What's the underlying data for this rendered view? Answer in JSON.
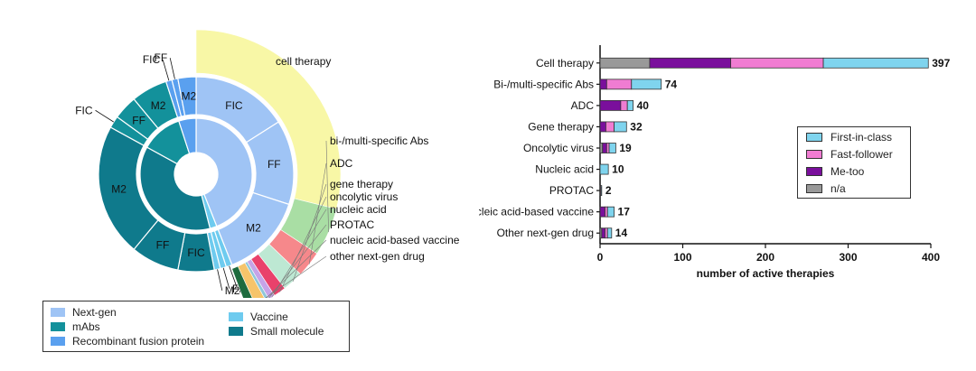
{
  "chart_data": [
    {
      "type": "sunburst",
      "inner_ring": [
        {
          "label": "",
          "modality": "Next-gen",
          "value": 0.44
        },
        {
          "label": "",
          "modality": "Vaccine",
          "value": 0.02
        },
        {
          "label": "",
          "modality": "Small molecule",
          "value": 0.37
        },
        {
          "label": "",
          "modality": "mAbs",
          "value": 0.12
        },
        {
          "label": "",
          "modality": "Recombinant fusion protein",
          "value": 0.05
        }
      ],
      "middle_ring": [
        {
          "label": "FIC",
          "modality": "Next-gen",
          "value": 0.16
        },
        {
          "label": "FF",
          "modality": "Next-gen",
          "value": 0.14
        },
        {
          "label": "M2",
          "modality": "Next-gen",
          "value": 0.14
        },
        {
          "label": "FIC",
          "modality": "Vaccine",
          "value": 0.01
        },
        {
          "label": "FF",
          "modality": "Vaccine",
          "value": 0.01
        },
        {
          "label": "M2",
          "modality": "Vaccine",
          "value": 0.01
        },
        {
          "label": "FIC",
          "modality": "Small molecule",
          "value": 0.06
        },
        {
          "label": "FF",
          "modality": "Small molecule",
          "value": 0.08
        },
        {
          "label": "M2",
          "modality": "Small molecule",
          "value": 0.22
        },
        {
          "label": "FIC",
          "modality": "mAbs",
          "value": 0.02
        },
        {
          "label": "FF",
          "modality": "mAbs",
          "value": 0.04
        },
        {
          "label": "M2",
          "modality": "mAbs",
          "value": 0.06
        },
        {
          "label": "FIC",
          "modality": "Recombinant fusion protein",
          "value": 0.01
        },
        {
          "label": "FF",
          "modality": "Recombinant fusion protein",
          "value": 0.01
        },
        {
          "label": "M2",
          "modality": "Recombinant fusion protein",
          "value": 0.03
        }
      ],
      "outer_ring": [
        {
          "label": "cell therapy",
          "color": "#f8f7a6",
          "value": 397
        },
        {
          "label": "bi-/multi-specific Abs",
          "color": "#a9dea4",
          "value": 74
        },
        {
          "label": "ADC",
          "color": "#f6888b",
          "value": 40
        },
        {
          "label": "gene therapy",
          "color": "#bde8d3",
          "value": 32
        },
        {
          "label": "oncolytic virus",
          "color": "#e9416b",
          "value": 19
        },
        {
          "label": "nucleic acid",
          "color": "#c6a3e8",
          "value": 10
        },
        {
          "label": "PROTAC",
          "color": "#8fc6d9",
          "value": 2
        },
        {
          "label": "nucleic acid-based vaccine",
          "color": "#f6c46a",
          "value": 17
        },
        {
          "label": "other next-gen drug",
          "color": "#1e6b3e",
          "value": 14
        }
      ],
      "legend": [
        {
          "label": "Next-gen",
          "color": "#9fc4f5"
        },
        {
          "label": "mAbs",
          "color": "#13919b"
        },
        {
          "label": "Recombinant fusion protein",
          "color": "#5aa0ef"
        },
        {
          "label": "Vaccine",
          "color": "#6ecbef"
        },
        {
          "label": "Small molecule",
          "color": "#0f7a8c"
        }
      ]
    },
    {
      "type": "bar",
      "orientation": "horizontal",
      "stacked": true,
      "categories": [
        "Cell therapy",
        "Bi-/multi-specific Abs",
        "ADC",
        "Gene therapy",
        "Oncolytic virus",
        "Nucleic acid",
        "PROTAC",
        "Nucleic acid-based vaccine",
        "Other next-gen drug"
      ],
      "totals": [
        397,
        74,
        40,
        32,
        19,
        10,
        2,
        17,
        14
      ],
      "series": [
        {
          "name": "n/a",
          "color": "#999999",
          "values": [
            60,
            0,
            0,
            0,
            3,
            0,
            0,
            0,
            2
          ]
        },
        {
          "name": "Me-too",
          "color": "#7a0f9c",
          "values": [
            98,
            8,
            25,
            7,
            5,
            0,
            0,
            6,
            4
          ]
        },
        {
          "name": "Fast-follower",
          "color": "#f07cd2",
          "values": [
            112,
            30,
            8,
            10,
            3,
            0,
            1,
            3,
            3
          ]
        },
        {
          "name": "First-in-class",
          "color": "#7fd4ee",
          "values": [
            127,
            36,
            7,
            15,
            8,
            10,
            1,
            8,
            5
          ]
        }
      ],
      "legend_order": [
        "First-in-class",
        "Fast-follower",
        "Me-too",
        "n/a"
      ],
      "xlabel": "number of active therapies",
      "xlim": [
        0,
        400
      ],
      "xticks": [
        "0",
        "100",
        "200",
        "300",
        "400"
      ]
    }
  ]
}
